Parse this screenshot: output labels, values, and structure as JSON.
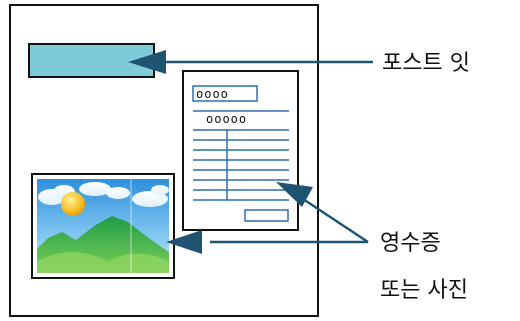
{
  "labels": {
    "post_it": "포스트 잇",
    "receipt_or_photo_line1": "영수증",
    "receipt_or_photo_line2": "또는 사진"
  },
  "receipt": {
    "header_box": "oooo",
    "subheader": "ooooo"
  },
  "colors": {
    "post_it_fill": "#7ecad8",
    "arrow": "#1f5470",
    "receipt_lines": "#2f6db3",
    "sky": "#4aa8e6",
    "hills": "#2fa84a",
    "sun": "#f5c21b"
  },
  "icons": {
    "post_it": "sticky-note-icon",
    "receipt": "receipt-icon",
    "photo": "landscape-photo-icon"
  }
}
